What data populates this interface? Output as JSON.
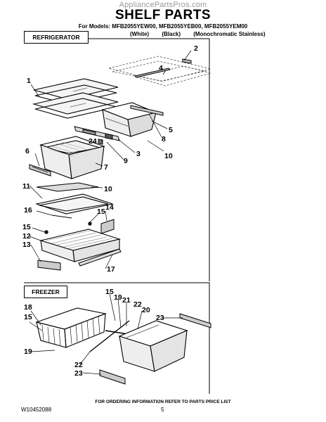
{
  "watermark": "AppliancePartsPros.com",
  "title": "SHELF PARTS",
  "models_line": "For Models: MFB2055YEW00, MFB2055YEB00, MFB2055YEM00",
  "variants": [
    "(White)",
    "(Black)",
    "(Monochromatic Stainless)"
  ],
  "sections": {
    "refrigerator": "REFRIGERATOR",
    "freezer": "FREEZER"
  },
  "callouts": {
    "c1": "1",
    "c2": "2",
    "c3": "3",
    "c4": "4",
    "c5": "5",
    "c6": "6",
    "c7": "7",
    "c8": "8",
    "c9": "9",
    "c10a": "10",
    "c10b": "10",
    "c11": "11",
    "c12": "12",
    "c13": "13",
    "c14": "14",
    "c15a": "15",
    "c15b": "15",
    "c16": "16",
    "c17": "17",
    "c24": "24",
    "f15a": "15",
    "f15b": "15",
    "f18": "18",
    "f19a": "19",
    "f19b": "19",
    "f20": "20",
    "f21": "21",
    "f22": "22",
    "f23a": "23",
    "f23b": "23"
  },
  "footer": {
    "doc_number": "W10452088",
    "ordering_info": "FOR ORDERING INFORMATION REFER TO PARTS PRICE LIST",
    "page": "5"
  }
}
